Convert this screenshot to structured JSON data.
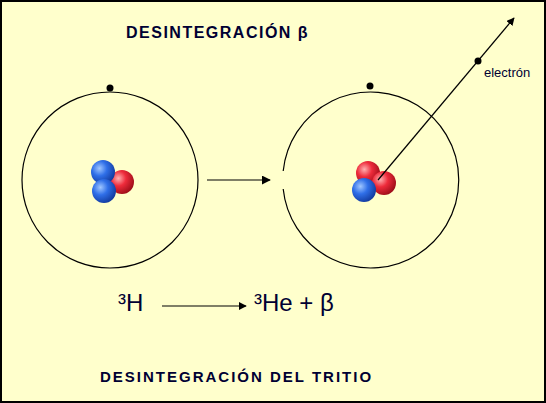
{
  "diagram": {
    "title": "DESINTEGRACIÓN β",
    "caption": "DESINTEGRACIÓN DEL TRITIO",
    "labels": [
      "electrón",
      "³H",
      "³He + β"
    ]
  }
}
